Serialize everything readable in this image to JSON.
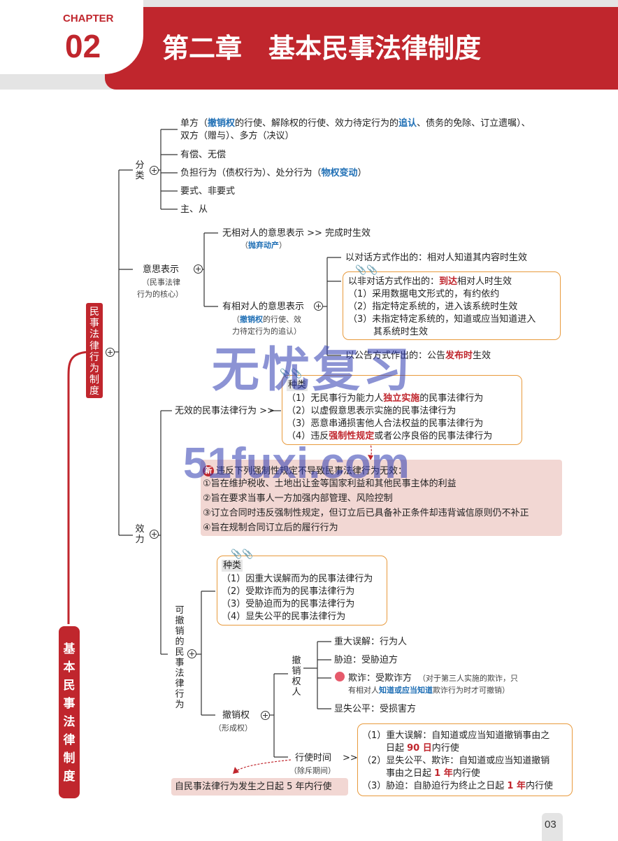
{
  "header": {
    "chapter_word": "CHAPTER",
    "chapter_num": "02",
    "title": "第二章　基本民事法律制度"
  },
  "side_titles": {
    "outer": "基本民事法律制度",
    "inner": "民事法律行为制度"
  },
  "classification": {
    "label": "分类",
    "single_1a": "单方（",
    "single_1b": "撤销权",
    "single_1c": "的行使、解除权的行使、效力待定行为的",
    "single_1d": "追认",
    "single_1e": "、债务的免除、订立遗嘱）、",
    "single_2": "双方（赠与）、多方（决议）",
    "paid": "有偿、无偿",
    "burden_a": "负担行为（债权行为）、处分行为（",
    "burden_b": "物权变动",
    "burden_c": "）",
    "formal": "要式、非要式",
    "main": "主、从"
  },
  "intent": {
    "label": "意思表示",
    "note_1": "（民事法律",
    "note_2": "行为的核心）",
    "no_party": "无相对人的意思表示 >> 完成时生效",
    "no_party_note_a": "（",
    "no_party_note_b": "抛弃动产",
    "no_party_note_c": "）",
    "has_party": "有相对人的意思表示",
    "has_party_note_1a": "（",
    "has_party_note_1b": "撤销权",
    "has_party_note_1c": "的行使、效",
    "has_party_note_2": "力待定行为的追认）",
    "dialog": "以对话方式作出的：相对人知道其内容时生效",
    "nondialog_a": "以非对话方式作出的：",
    "nondialog_b": "到达",
    "nondialog_c": "相对人时生效",
    "nd_1": "（1）采用数据电文形式的，有约依约",
    "nd_2": "（2）指定特定系统的，进入该系统时生效",
    "nd_3a": "（3）未指定特定系统的，知道或应当知道进入",
    "nd_3b": "其系统时生效",
    "announce_a": "以公告方式作出的：公告",
    "announce_b": "发布时",
    "announce_c": "生效"
  },
  "effect": {
    "label": "效力",
    "invalid": "无效的民事法律行为 >>",
    "kinds": "种类",
    "inv_1a": "（1）无民事行为能力人",
    "inv_1b": "独立实施",
    "inv_1c": "的民事法律行为",
    "inv_2": "（2）以虚假意思表示实施的民事法律行为",
    "inv_3": "（3）恶意串通损害他人合法权益的民事法律行为",
    "inv_4a": "（4）违反",
    "inv_4b": "强制性规定",
    "inv_4c": "或者公序良俗的民事法律行为",
    "new_badge": "新",
    "exc_title": "违反下列强制性规定不导致民事法律行为无效：",
    "exc_1": "①旨在维护税收、土地出让金等国家利益和其他民事主体的利益",
    "exc_2": "②旨在要求当事人一方加强内部管理、风险控制",
    "exc_3": "③订立合同时违反强制性规定，但订立后已具备补正条件却违背诚信原则仍不补正",
    "exc_4": "④旨在规制合同订立后的履行行为",
    "revocable": "可撤销的民事法律行为",
    "rev_kinds": "种类",
    "rev_1": "（1）因重大误解而为的民事法律行为",
    "rev_2": "（2）受欺诈而为的民事法律行为",
    "rev_3": "（3）受胁迫而为的民事法律行为",
    "rev_4": "（4）显失公平的民事法律行为",
    "right": "撤销权",
    "right_note": "（形成权）",
    "holder": "撤销权人",
    "h_1": "重大误解：行为人",
    "h_2": "胁迫：受胁迫方",
    "h_3": "欺诈：受欺诈方",
    "h_3_note_1": "（对于第三人实施的欺诈，只",
    "h_3_note_2a": "有相对人",
    "h_3_note_2b": "知道或应当知道",
    "h_3_note_2c": "欺诈行为时才可撤销）",
    "h_4": "显失公平：受损害方",
    "period": "行使时间",
    "period_note": "（除斥期间）",
    "p_1a": "（1）重大误解：自知道或应当知道撤销事由之",
    "p_1b": "日起 ",
    "p_1c": "90 日",
    "p_1d": "内行使",
    "p_2a": "（2）显失公平、欺诈：自知道或应当知道撤销",
    "p_2b": "事由之日起 ",
    "p_2c": "1 年",
    "p_2d": "内行使",
    "p_3a": "（3）胁迫：自胁迫行为终止之日起 ",
    "p_3b": "1 年",
    "p_3c": "内行使",
    "five_year": "自民事法律行为发生之日起 5 年内行使"
  },
  "watermark": {
    "line1": "无忧复习",
    "line2": "51fuxi.com"
  },
  "page_number": "03",
  "colors": {
    "brand_red": "#c0262d",
    "header_gray": "#e4e4e4",
    "box_orange": "#e89a3c",
    "pink_bg": "#f2d7d3",
    "keyword_blue": "#1f6fb5",
    "watermark_blue": "#2e3bb0"
  }
}
